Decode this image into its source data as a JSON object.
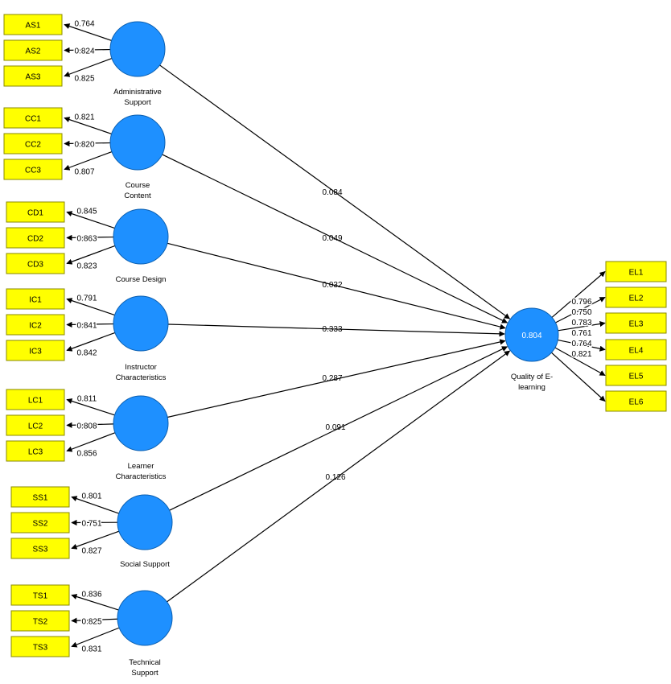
{
  "colors": {
    "indicator_fill": "#ffff00",
    "construct_fill": "#1e90ff"
  },
  "constructs": [
    {
      "label_lines": [
        "Administrative",
        "Support"
      ],
      "path_coef": "0.084",
      "indicators": [
        {
          "name": "AS1",
          "loading": "0.764"
        },
        {
          "name": "AS2",
          "loading": "0.824"
        },
        {
          "name": "AS3",
          "loading": "0.825"
        }
      ]
    },
    {
      "label_lines": [
        "Course",
        "Content"
      ],
      "path_coef": "0.049",
      "indicators": [
        {
          "name": "CC1",
          "loading": "0.821"
        },
        {
          "name": "CC2",
          "loading": "0.820"
        },
        {
          "name": "CC3",
          "loading": "0.807"
        }
      ]
    },
    {
      "label_lines": [
        "Course Design"
      ],
      "path_coef": "0.032",
      "indicators": [
        {
          "name": "CD1",
          "loading": "0.845"
        },
        {
          "name": "CD2",
          "loading": "0.863"
        },
        {
          "name": "CD3",
          "loading": "0.823"
        }
      ]
    },
    {
      "label_lines": [
        "Instructor",
        "Characteristics"
      ],
      "path_coef": "0.333",
      "indicators": [
        {
          "name": "IC1",
          "loading": "0.791"
        },
        {
          "name": "IC2",
          "loading": "0.841"
        },
        {
          "name": "IC3",
          "loading": "0.842"
        }
      ]
    },
    {
      "label_lines": [
        "Learner",
        "Characteristics"
      ],
      "path_coef": "0.287",
      "indicators": [
        {
          "name": "LC1",
          "loading": "0.811"
        },
        {
          "name": "LC2",
          "loading": "0.808"
        },
        {
          "name": "LC3",
          "loading": "0.856"
        }
      ]
    },
    {
      "label_lines": [
        "Social Support"
      ],
      "path_coef": "0.091",
      "indicators": [
        {
          "name": "SS1",
          "loading": "0.801"
        },
        {
          "name": "SS2",
          "loading": "0.751"
        },
        {
          "name": "SS3",
          "loading": "0.827"
        }
      ]
    },
    {
      "label_lines": [
        "Technical",
        "Support"
      ],
      "path_coef": "0.126",
      "indicators": [
        {
          "name": "TS1",
          "loading": "0.836"
        },
        {
          "name": "TS2",
          "loading": "0.825"
        },
        {
          "name": "TS3",
          "loading": "0.831"
        }
      ]
    }
  ],
  "outcome": {
    "label_lines": [
      "Quality of E-",
      "learning"
    ],
    "r_squared": "0.804",
    "indicators": [
      {
        "name": "EL1",
        "loading": "0.796"
      },
      {
        "name": "EL2",
        "loading": "0.750"
      },
      {
        "name": "EL3",
        "loading": "0.783"
      },
      {
        "name": "EL4",
        "loading": "0.761"
      },
      {
        "name": "EL5",
        "loading": "0.764"
      },
      {
        "name": "EL6",
        "loading": "0.821"
      }
    ]
  }
}
